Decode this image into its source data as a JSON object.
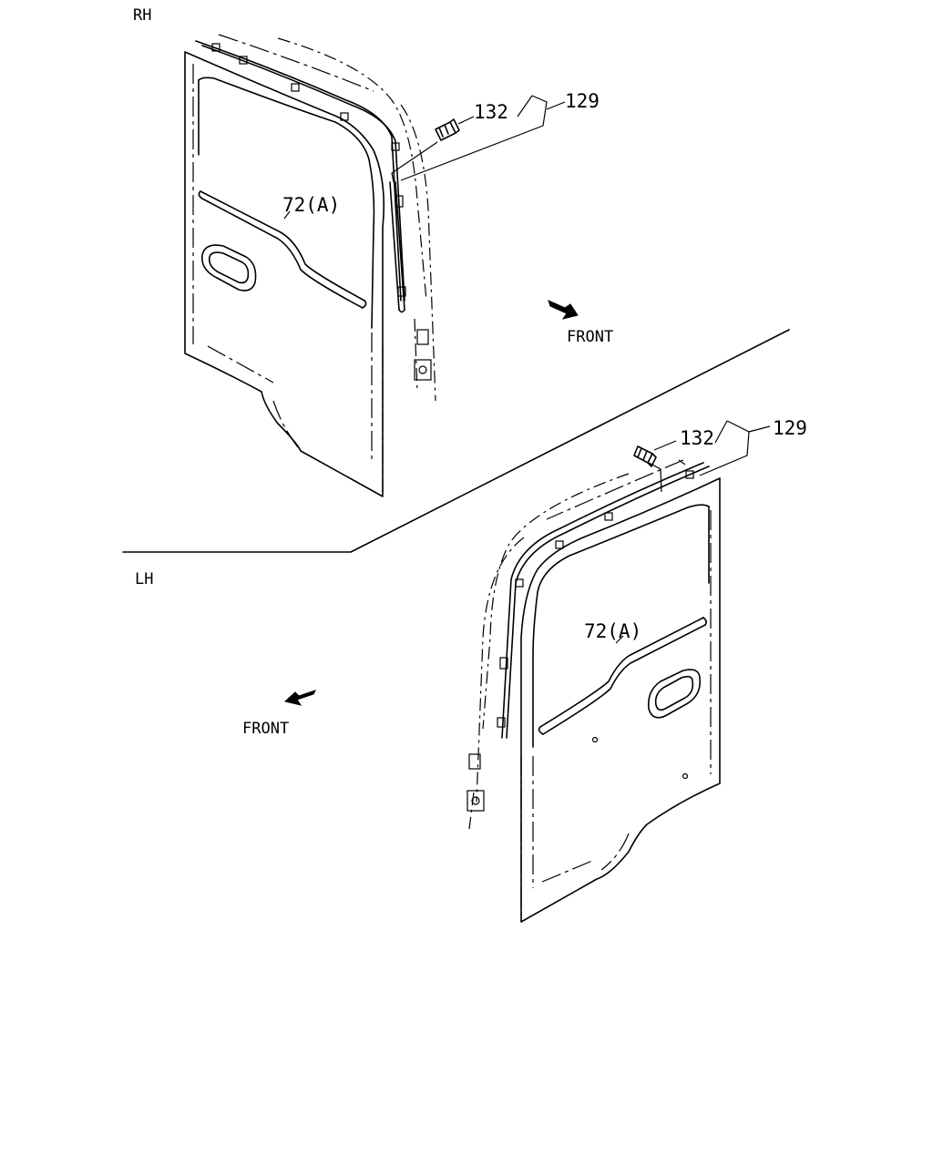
{
  "sections": {
    "rh": {
      "side_label": "RH",
      "front_label": "FRONT",
      "callouts": {
        "part_129": "129",
        "part_132": "132",
        "part_72a": "72(A)"
      }
    },
    "lh": {
      "side_label": "LH",
      "front_label": "FRONT",
      "callouts": {
        "part_129": "129",
        "part_132": "132",
        "part_72a": "72(A)"
      }
    }
  },
  "colors": {
    "line": "#000000",
    "background": "#ffffff"
  }
}
